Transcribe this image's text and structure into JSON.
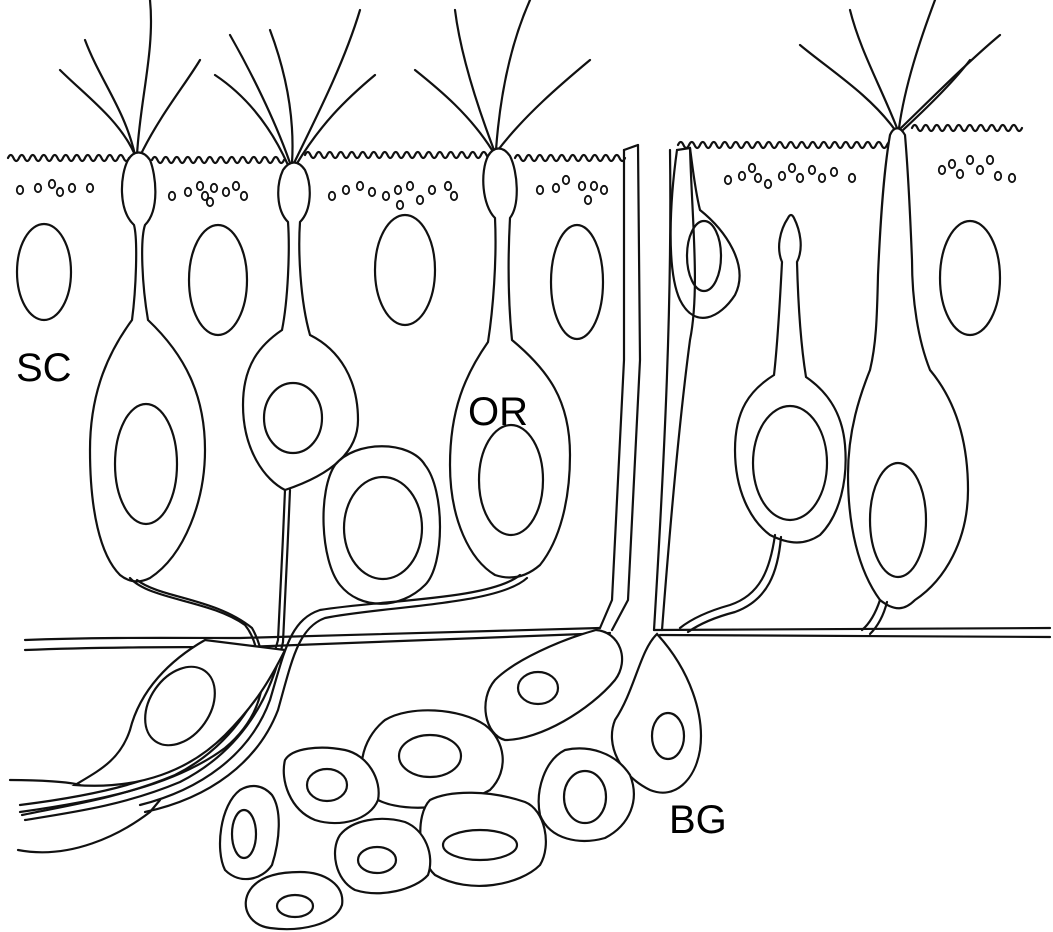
{
  "labels": {
    "sc": "SC",
    "or": "OR",
    "bg": "BG"
  },
  "style": {
    "line_color": "#111111",
    "background": "#ffffff"
  }
}
